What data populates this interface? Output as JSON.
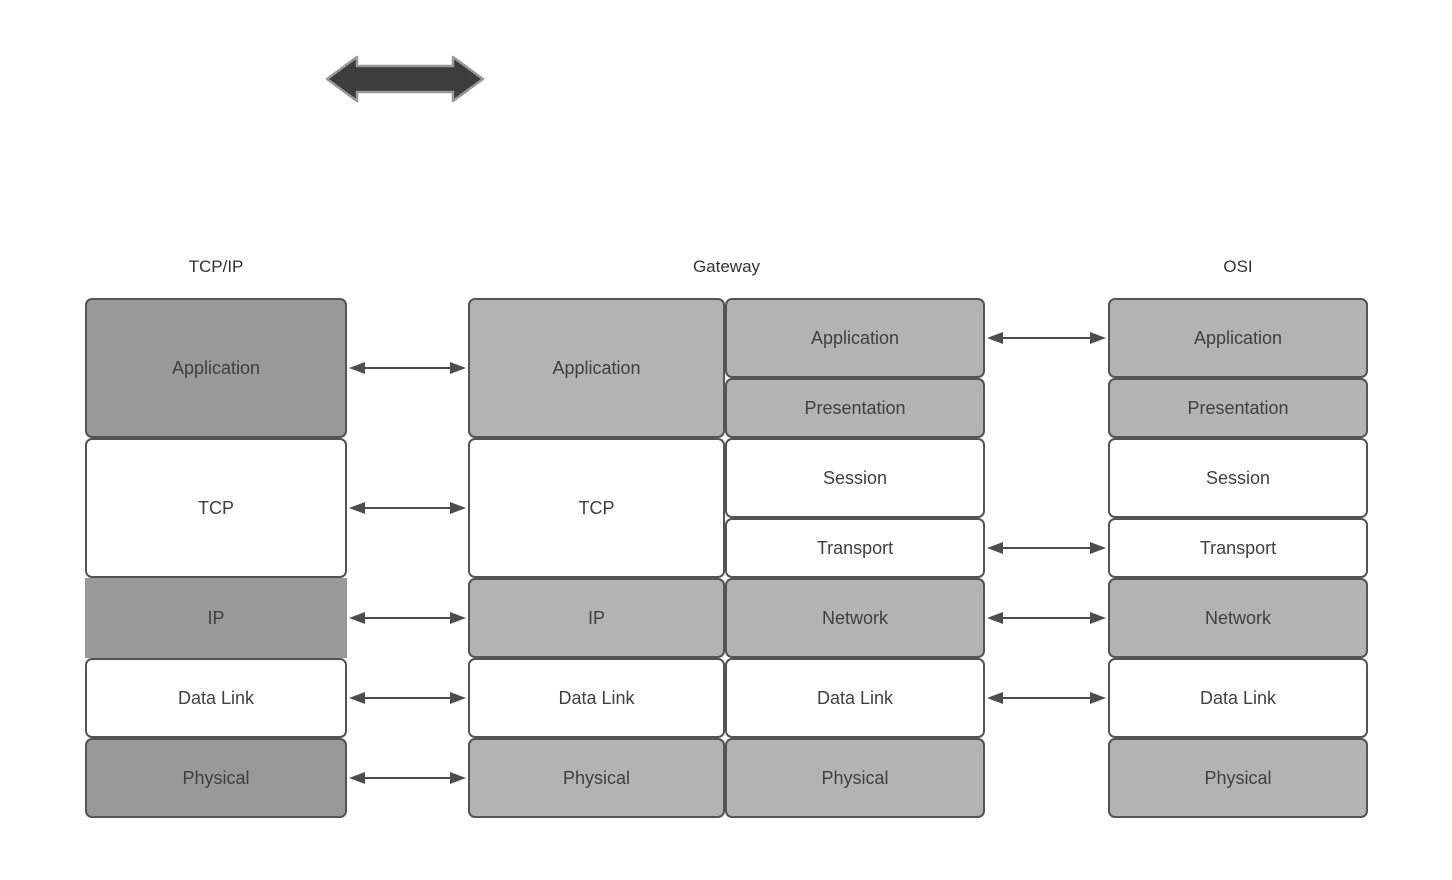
{
  "colors": {
    "dark_gray_fill": "#999999",
    "light_gray_fill": "#b3b3b3",
    "white_fill": "#ffffff",
    "box_border": "#545454",
    "connector_arrow": "#4d4d4d",
    "big_arrow_fill": "#3d3d3d",
    "big_arrow_stroke": "#999999",
    "label_text": "#404040",
    "header_text": "#333333"
  },
  "icons": {
    "top_arrow": "double-headed-horizontal-arrow"
  },
  "headers": [
    {
      "label": "TCP/IP"
    },
    {
      "label": "Gateway"
    },
    {
      "label": "OSI"
    }
  ],
  "columns": [
    {
      "id": "tcpip",
      "cells": [
        {
          "label": "Application",
          "fill": "dark-gray"
        },
        {
          "label": "TCP",
          "fill": "white"
        },
        {
          "label": "IP",
          "fill": "dark-gray",
          "borderless": true
        },
        {
          "label": "Data Link",
          "fill": "white"
        },
        {
          "label": "Physical",
          "fill": "dark-gray"
        }
      ]
    },
    {
      "id": "gateway-left",
      "cells": [
        {
          "label": "Application",
          "fill": "light-gray"
        },
        {
          "label": "TCP",
          "fill": "white"
        },
        {
          "label": "IP",
          "fill": "light-gray"
        },
        {
          "label": "Data Link",
          "fill": "white"
        },
        {
          "label": "Physical",
          "fill": "light-gray"
        }
      ]
    },
    {
      "id": "gateway-right",
      "cells": [
        {
          "label": "Application",
          "fill": "light-gray"
        },
        {
          "label": "Presentation",
          "fill": "light-gray"
        },
        {
          "label": "Session",
          "fill": "white"
        },
        {
          "label": "Transport",
          "fill": "white"
        },
        {
          "label": "Network",
          "fill": "light-gray"
        },
        {
          "label": "Data Link",
          "fill": "white"
        },
        {
          "label": "Physical",
          "fill": "light-gray"
        }
      ]
    },
    {
      "id": "osi",
      "cells": [
        {
          "label": "Application",
          "fill": "light-gray"
        },
        {
          "label": "Presentation",
          "fill": "light-gray"
        },
        {
          "label": "Session",
          "fill": "white"
        },
        {
          "label": "Transport",
          "fill": "white"
        },
        {
          "label": "Network",
          "fill": "light-gray"
        },
        {
          "label": "Data Link",
          "fill": "white"
        },
        {
          "label": "Physical",
          "fill": "light-gray"
        }
      ]
    }
  ],
  "connectors": {
    "tcpip_to_gateway": [
      "Application",
      "TCP",
      "IP",
      "Data Link",
      "Physical"
    ],
    "gateway_to_osi": [
      "Application",
      "Transport",
      "Network",
      "Data Link"
    ]
  }
}
